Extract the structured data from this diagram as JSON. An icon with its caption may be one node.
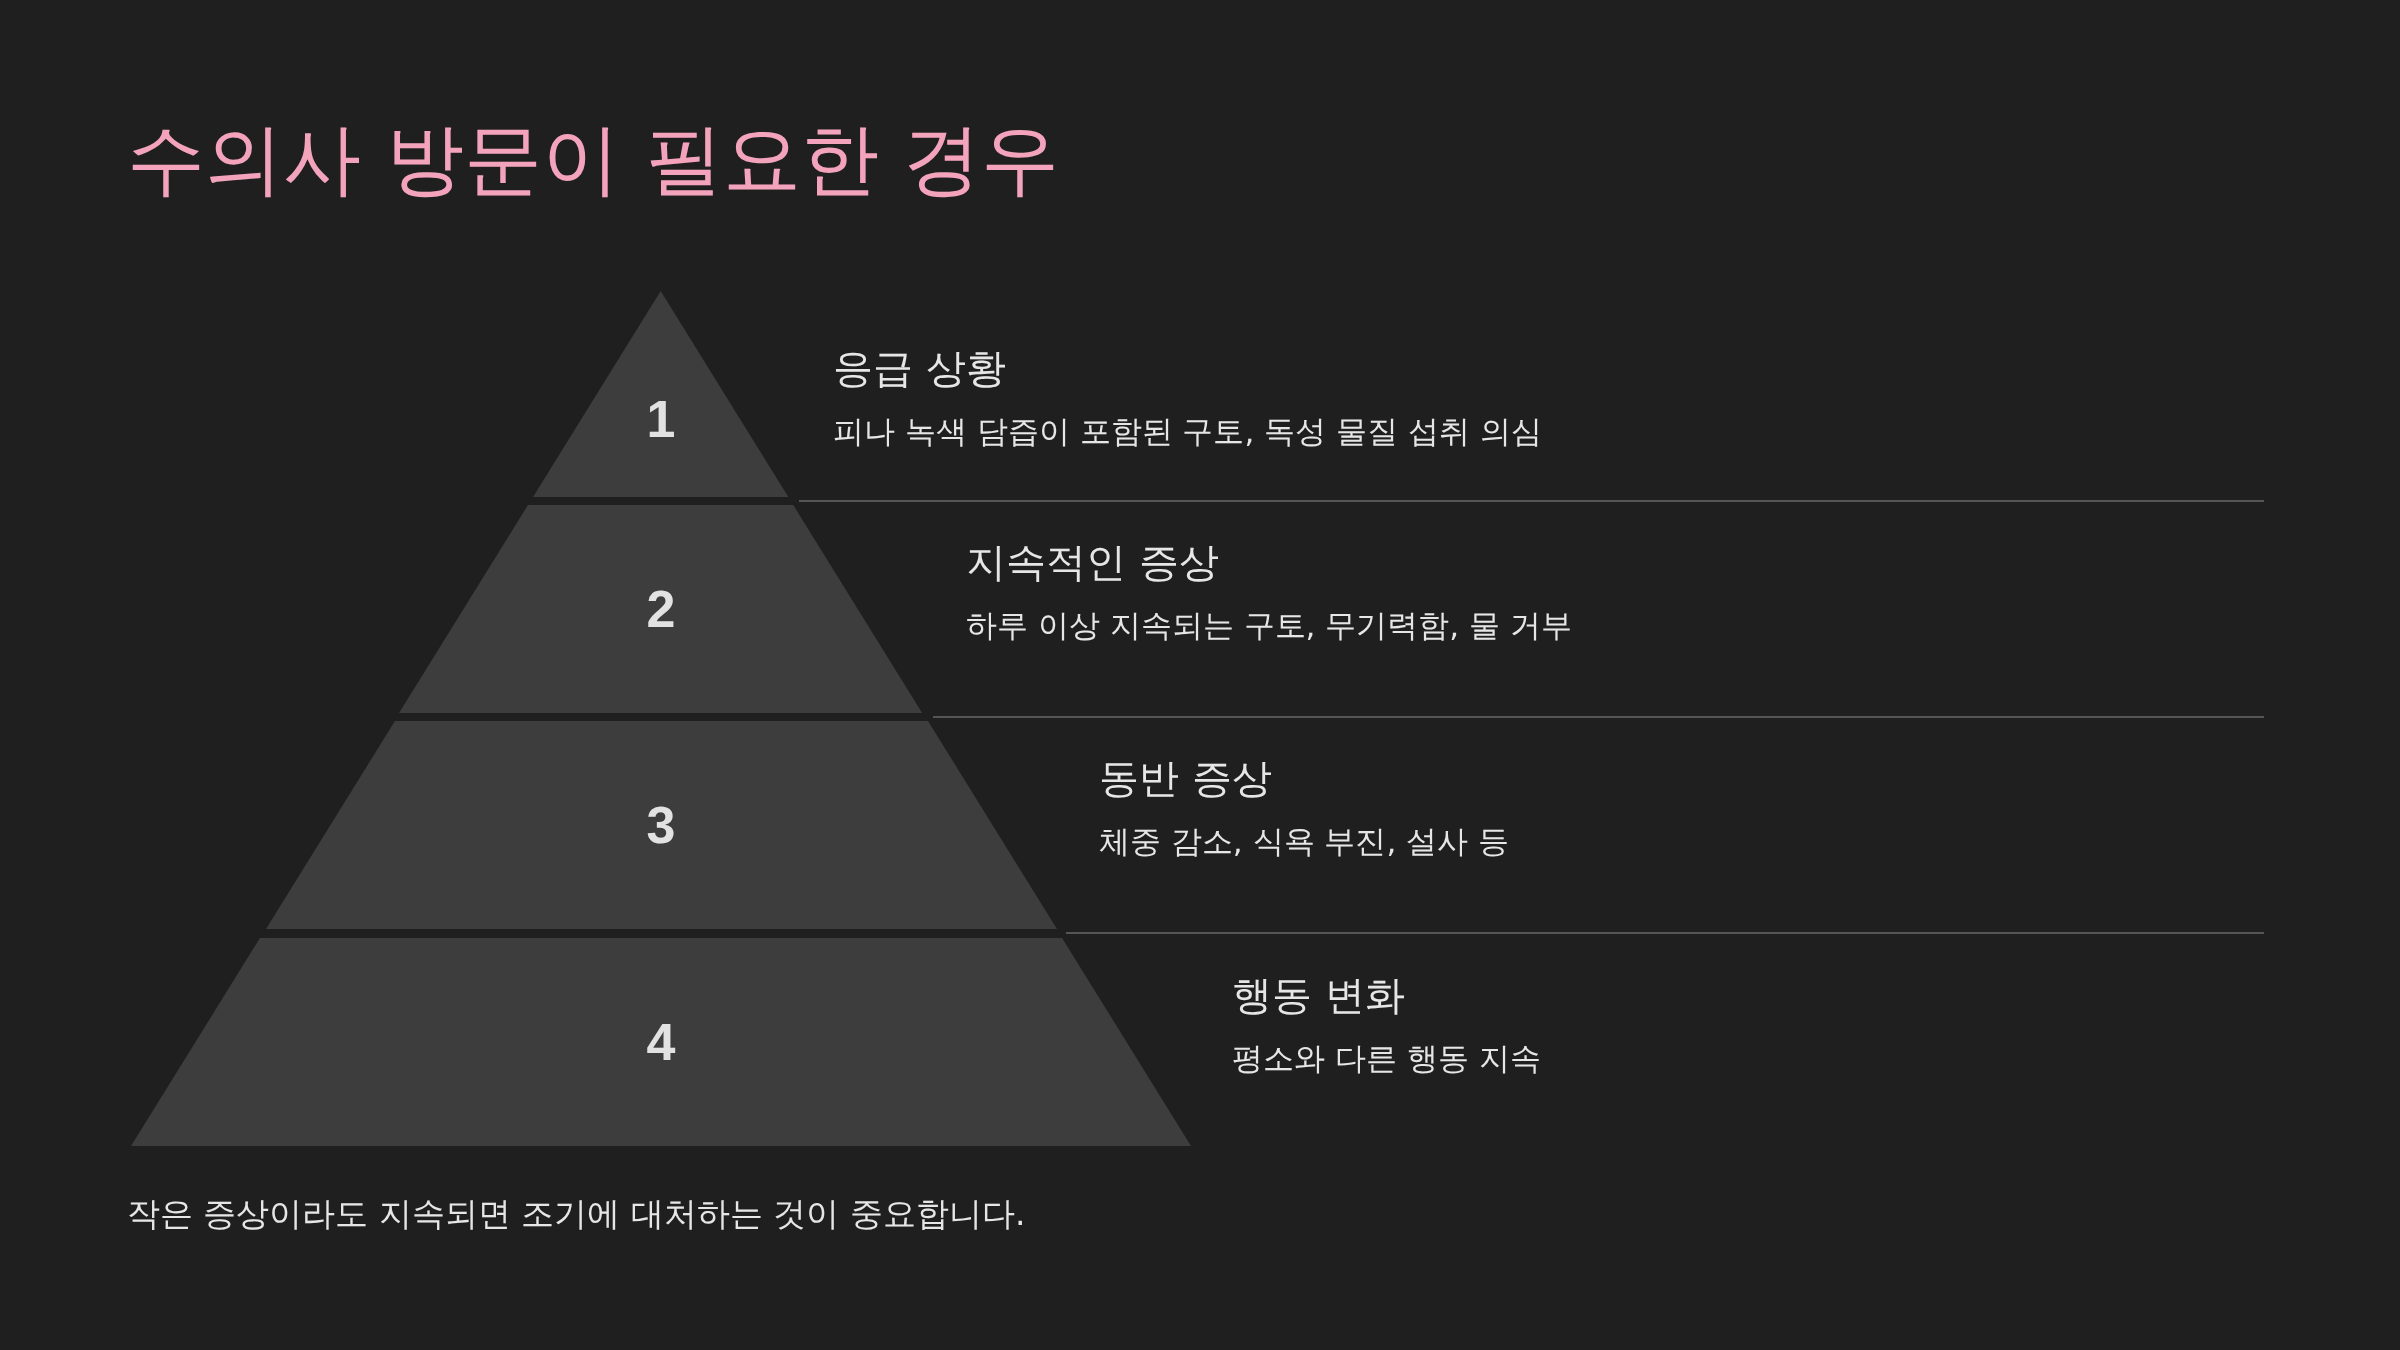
{
  "diagram": {
    "title": "수의사 방문이 필요한 경우",
    "nodes": [
      {
        "text": [
          "1"
        ],
        "beside": [
          "응급 상황",
          "피나 녹색 담즙이 포함된 구토, 독성 물질 섭취 의심"
        ]
      },
      {
        "text": [
          "2"
        ],
        "beside": [
          "지속적인 증상",
          "하루 이상 지속되는 구토, 무기력함, 물 거부"
        ]
      },
      {
        "text": [
          "3"
        ],
        "beside": [
          "동반 증상",
          "체중 감소, 식욕 부진, 설사 등"
        ]
      },
      {
        "text": [
          "4"
        ],
        "beside": [
          "행동 변화",
          "평소와 다른 행동 지속"
        ]
      }
    ],
    "labels": [
      "작은 증상이라도 지속되면 조기에 대처하는 것이 중요합니다."
    ]
  }
}
